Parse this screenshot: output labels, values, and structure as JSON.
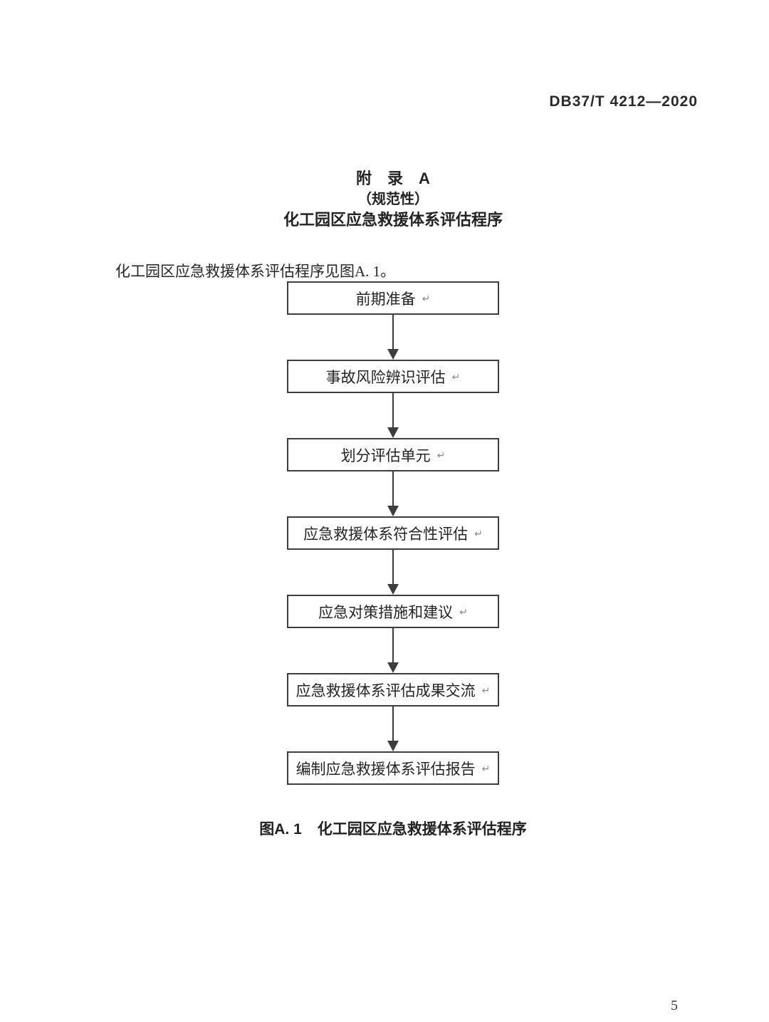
{
  "header": {
    "standard_code": "DB37/T 4212—2020"
  },
  "appendix": {
    "title": "附　录　A",
    "normative": "（规范性）",
    "heading": "化工园区应急救援体系评估程序"
  },
  "body": {
    "intro": "化工园区应急救援体系评估程序见图A. 1。"
  },
  "flowchart": {
    "return_mark": "↵",
    "steps": [
      {
        "label": "前期准备"
      },
      {
        "label": "事故风险辨识评估"
      },
      {
        "label": "划分评估单元"
      },
      {
        "label": "应急救援体系符合性评估"
      },
      {
        "label": "应急对策措施和建议"
      },
      {
        "label": "应急救援体系评估成果交流"
      },
      {
        "label": "编制应急救援体系评估报告"
      }
    ]
  },
  "figure": {
    "label": "图A. 1",
    "title": "化工园区应急救援体系评估程序"
  },
  "footer": {
    "page_number": "5"
  }
}
